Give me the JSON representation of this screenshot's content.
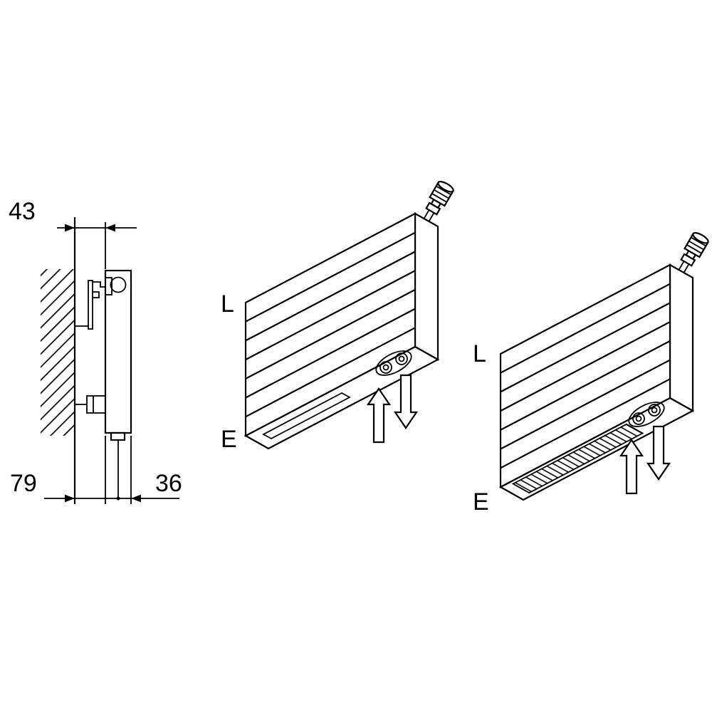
{
  "colors": {
    "line": "#000000",
    "background": "#ffffff"
  },
  "side_view": {
    "dim_top": "43",
    "dim_bottom_left": "79",
    "dim_bottom_right": "36"
  },
  "radiator_middle": {
    "label_top": "L",
    "label_bottom": "E"
  },
  "radiator_right": {
    "label_top": "L",
    "label_bottom": "E"
  }
}
